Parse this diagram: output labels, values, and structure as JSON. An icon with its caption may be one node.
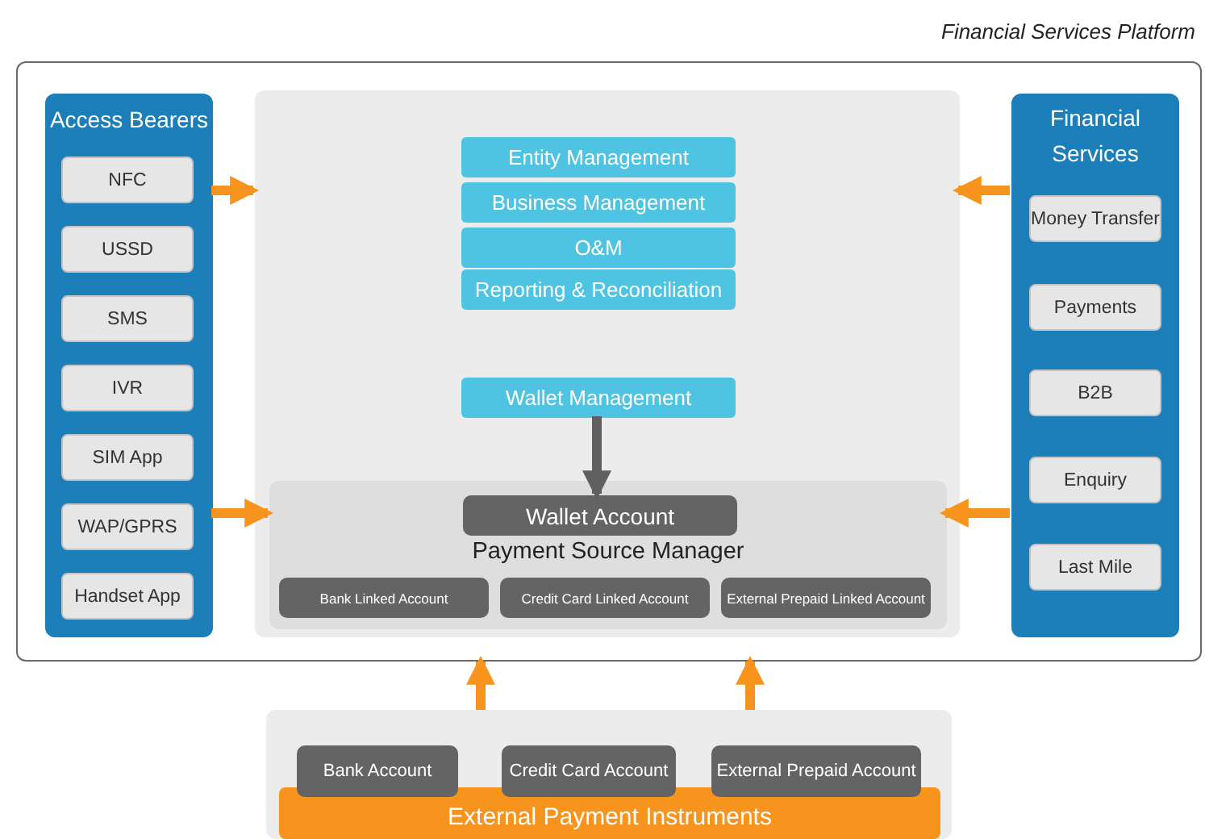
{
  "diagram": {
    "title": "Financial Services Platform",
    "nodes": [
      {
        "text": [],
        "shape": "box"
      },
      {
        "text": [
          "Access Bearers"
        ],
        "in": 0
      },
      {
        "text": [
          "NFC"
        ],
        "in": 1
      },
      {
        "text": [
          "USSD"
        ],
        "in": 1
      },
      {
        "text": [
          "SMS"
        ],
        "in": 1
      },
      {
        "text": [
          "IVR"
        ],
        "in": 1
      },
      {
        "text": [
          "SIM App"
        ],
        "in": 1
      },
      {
        "text": [
          "WAP/GPRS"
        ],
        "in": 1
      },
      {
        "text": [
          "Handset App"
        ],
        "in": 1
      },
      {
        "text": [],
        "shape": "box",
        "in": 0
      },
      {
        "text": [
          "Entity Management"
        ],
        "in": 9
      },
      {
        "text": [
          "Business Management"
        ],
        "in": 9
      },
      {
        "text": [
          "O&M"
        ],
        "in": 9
      },
      {
        "text": [
          "Reporting & Reconciliation"
        ],
        "in": 9
      },
      {
        "text": [
          "Wallet Management"
        ],
        "in": 9
      },
      {
        "text": [
          "Payment Source Manager"
        ],
        "in": 9
      },
      {
        "text": [
          "Wallet Account"
        ],
        "in": 15
      },
      {
        "text": [
          "Bank Linked Account"
        ],
        "in": 15
      },
      {
        "text": [
          "Credit Card Linked Account"
        ],
        "in": 15
      },
      {
        "text": [
          "External Prepaid Linked Account"
        ],
        "in": 15
      },
      {
        "text": [
          "Financial Services"
        ],
        "in": 0
      },
      {
        "text": [
          "Money Transfer"
        ],
        "in": 20
      },
      {
        "text": [
          "Payments"
        ],
        "in": 20
      },
      {
        "text": [
          "B2B"
        ],
        "in": 20
      },
      {
        "text": [
          "Enquiry"
        ],
        "in": 20
      },
      {
        "text": [
          "Last Mile"
        ],
        "in": 20
      },
      {
        "text": [],
        "shape": "box"
      },
      {
        "text": [
          "External Payment Instruments"
        ],
        "in": 26
      },
      {
        "text": [
          "Bank Account"
        ],
        "in": 26
      },
      {
        "text": [
          "Credit Card Account"
        ],
        "in": 26
      },
      {
        "text": [
          "External Prepaid Account"
        ],
        "in": 26
      }
    ],
    "edges": [
      {
        "from": 1,
        "to": 9,
        "arrow": "to"
      },
      {
        "from": 1,
        "to": 15,
        "arrow": "to"
      },
      {
        "from": 20,
        "to": 9,
        "arrow": "to"
      },
      {
        "from": 20,
        "to": 15,
        "arrow": "to"
      },
      {
        "from": 14,
        "to": 16,
        "arrow": "to",
        "color": "#5f5f5f"
      },
      {
        "from": 26,
        "to": 0,
        "arrow": "to"
      },
      {
        "from": 26,
        "to": 0,
        "arrow": "to"
      }
    ]
  }
}
